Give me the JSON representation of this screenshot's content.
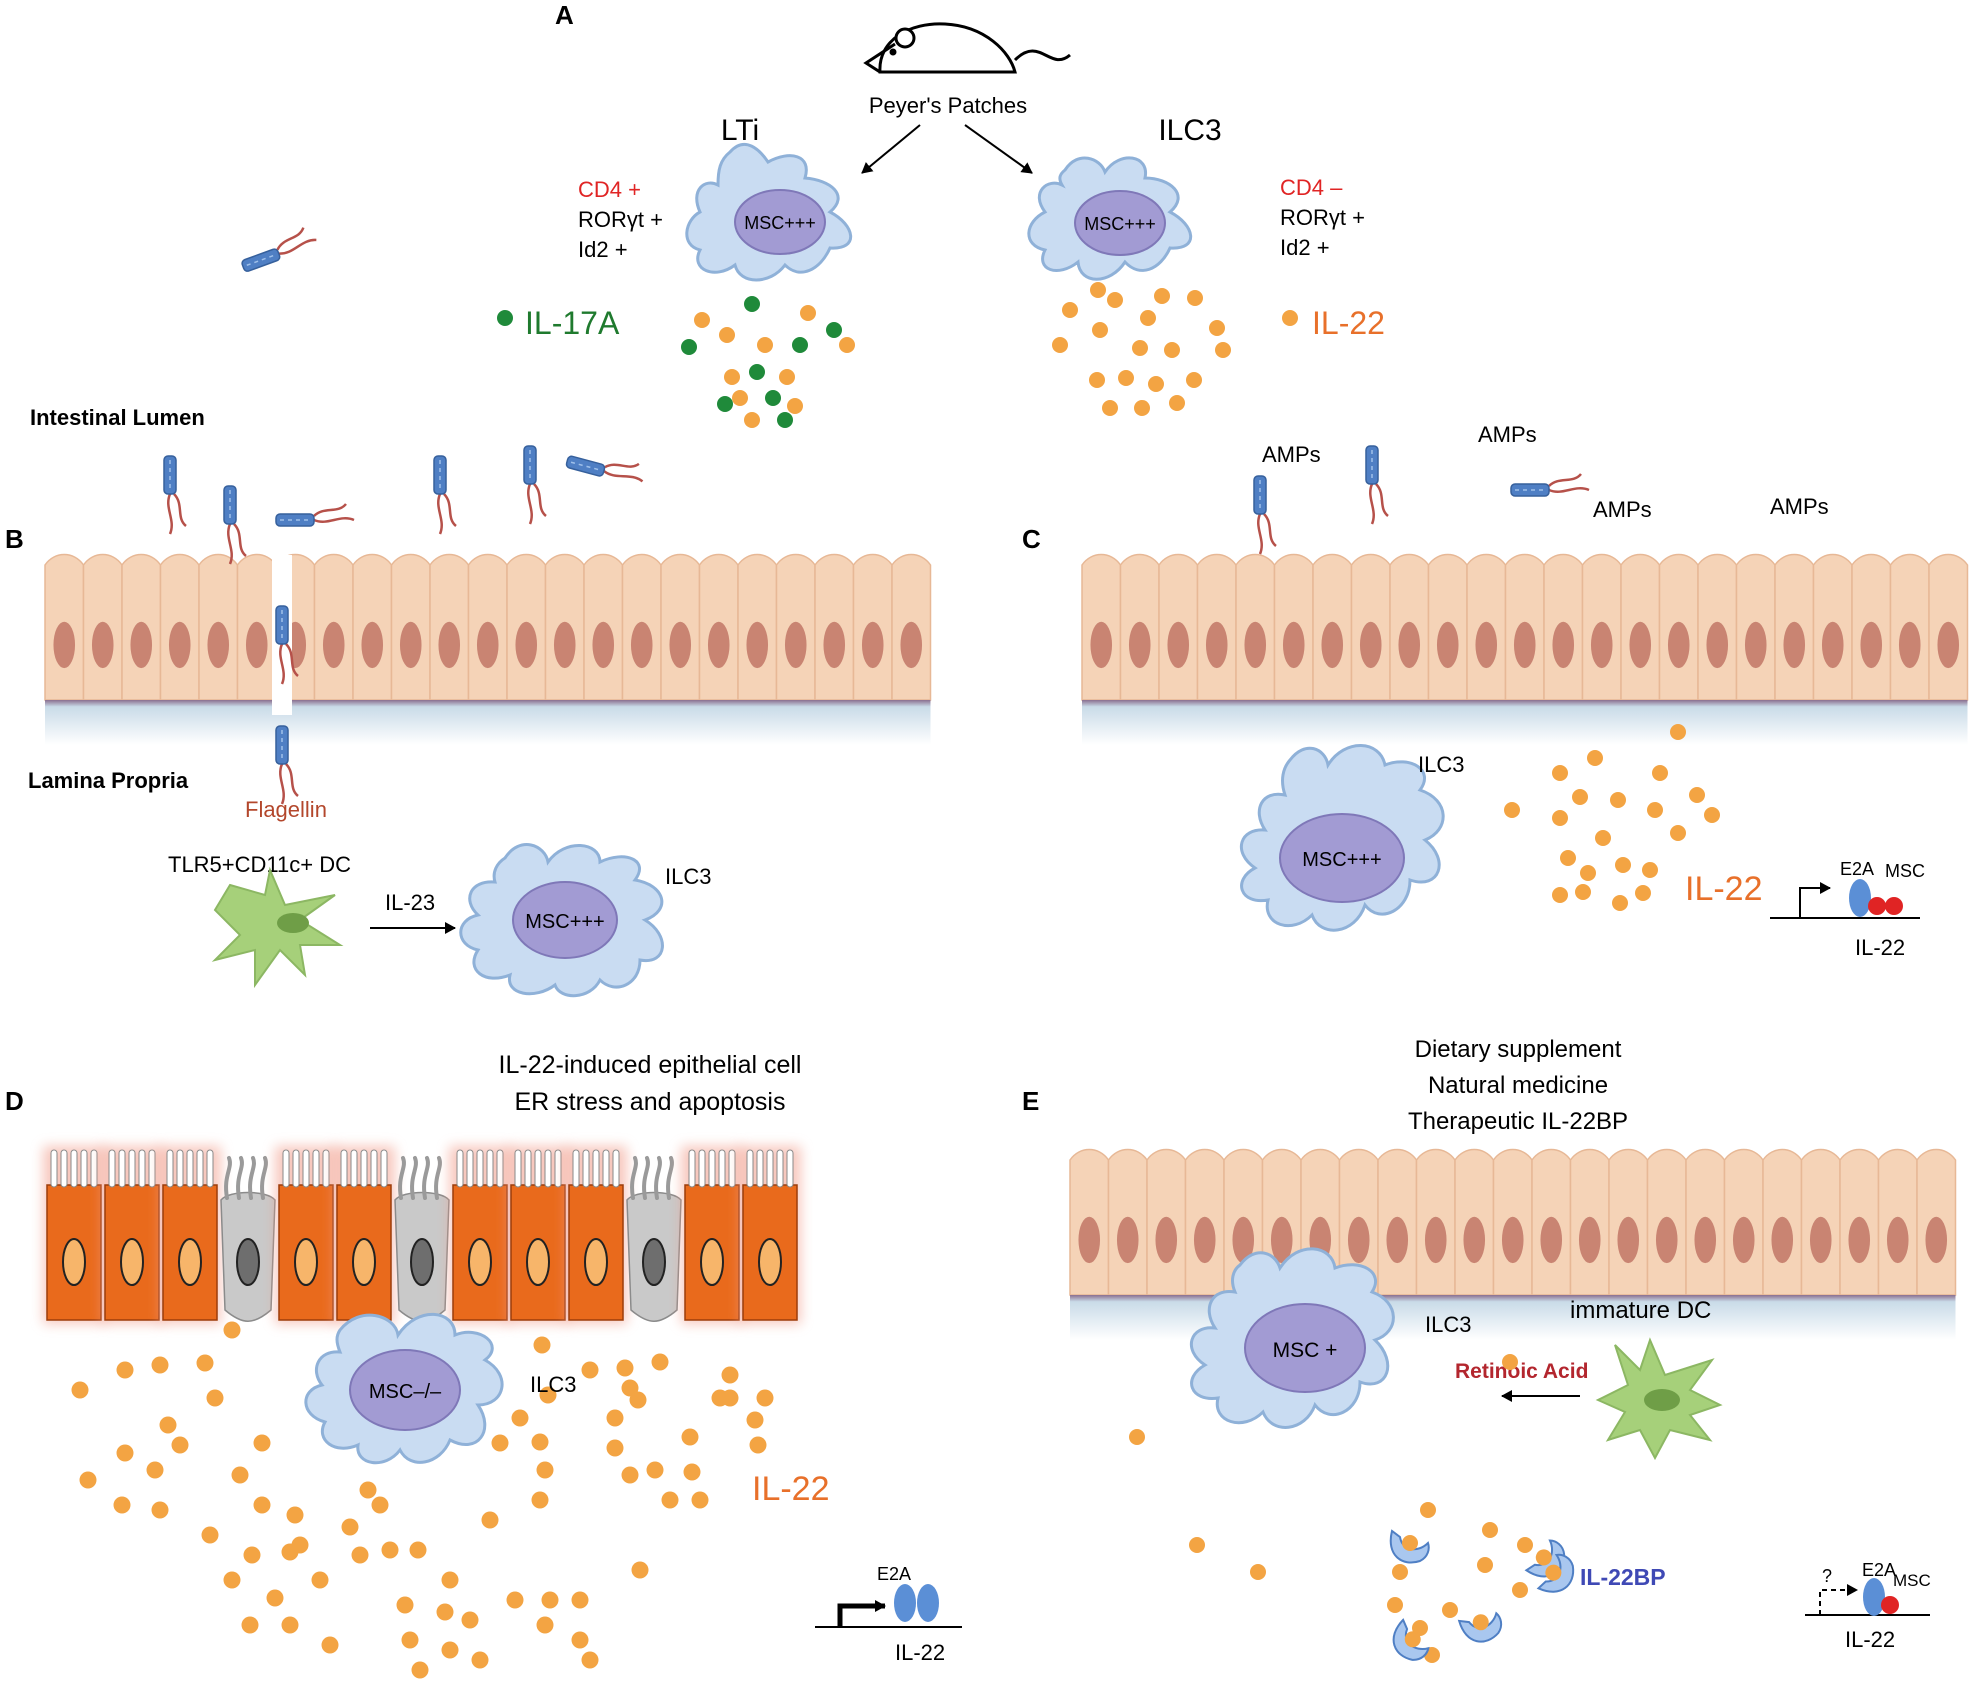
{
  "panel_a": {
    "label": "A",
    "source": "Peyer's Patches",
    "left_cell": {
      "title": "LTi",
      "markers": [
        "CD4 +",
        "RORγt +",
        "Id2 +"
      ],
      "nucleus": "MSC+++",
      "cytokine": "IL-17A",
      "cytokine_color": "#1f7a2e"
    },
    "right_cell": {
      "title": "ILC3",
      "markers": [
        "CD4 –",
        "RORγt +",
        "Id2 +"
      ],
      "nucleus": "MSC+++",
      "cytokine": "IL-22",
      "cytokine_color": "#e8702a"
    }
  },
  "panel_b": {
    "label": "B",
    "lumen": "Intestinal Lumen",
    "lamina": "Lamina Propria",
    "flagellin": "Flagellin",
    "dc": "TLR5+CD11c+ DC",
    "signal": "IL-23",
    "cell_title": "ILC3",
    "nucleus": "MSC+++"
  },
  "panel_c": {
    "label": "C",
    "amps": [
      "AMPs",
      "AMPs",
      "AMPs",
      "AMPs"
    ],
    "cell_title": "ILC3",
    "nucleus": "MSC+++",
    "cytokine": "IL-22",
    "gene": {
      "factor": "E2A",
      "partner": "MSC",
      "gene": "IL-22"
    }
  },
  "panel_d": {
    "label": "D",
    "caption": [
      "IL-22-induced epithelial cell",
      "ER stress and apoptosis"
    ],
    "cell_title": "ILC3",
    "nucleus": "MSC–/–",
    "cytokine": "IL-22",
    "gene": {
      "factor": "E2A",
      "gene": "IL-22"
    }
  },
  "panel_e": {
    "label": "E",
    "caption": [
      "Dietary supplement",
      "Natural medicine",
      "Therapeutic IL-22BP"
    ],
    "cell_title": "ILC3",
    "nucleus": "MSC +",
    "dc": "immature DC",
    "signal": "Retinoic Acid",
    "binder": "IL-22BP",
    "gene": {
      "query": "?",
      "factor": "E2A",
      "partner": "MSC",
      "gene": "IL-22"
    }
  },
  "colors": {
    "cell_fill": "#c9dcf2",
    "cell_stroke": "#8fb1d8",
    "nucleus_fill": "#a29bd3",
    "dc_fill": "#a6d07a",
    "epithelium": "#f5d3b7",
    "epi_nucleus": "#c98472",
    "il22_dot": "#f3a443",
    "il17_dot": "#1f8a3a",
    "damaged_cell": "#e96a1c",
    "apoptotic_cell": "#c9c9c9",
    "marker_red": "#e02424",
    "retinoic_red": "#b3262e",
    "il22bp_blue": "#3f49b5"
  }
}
